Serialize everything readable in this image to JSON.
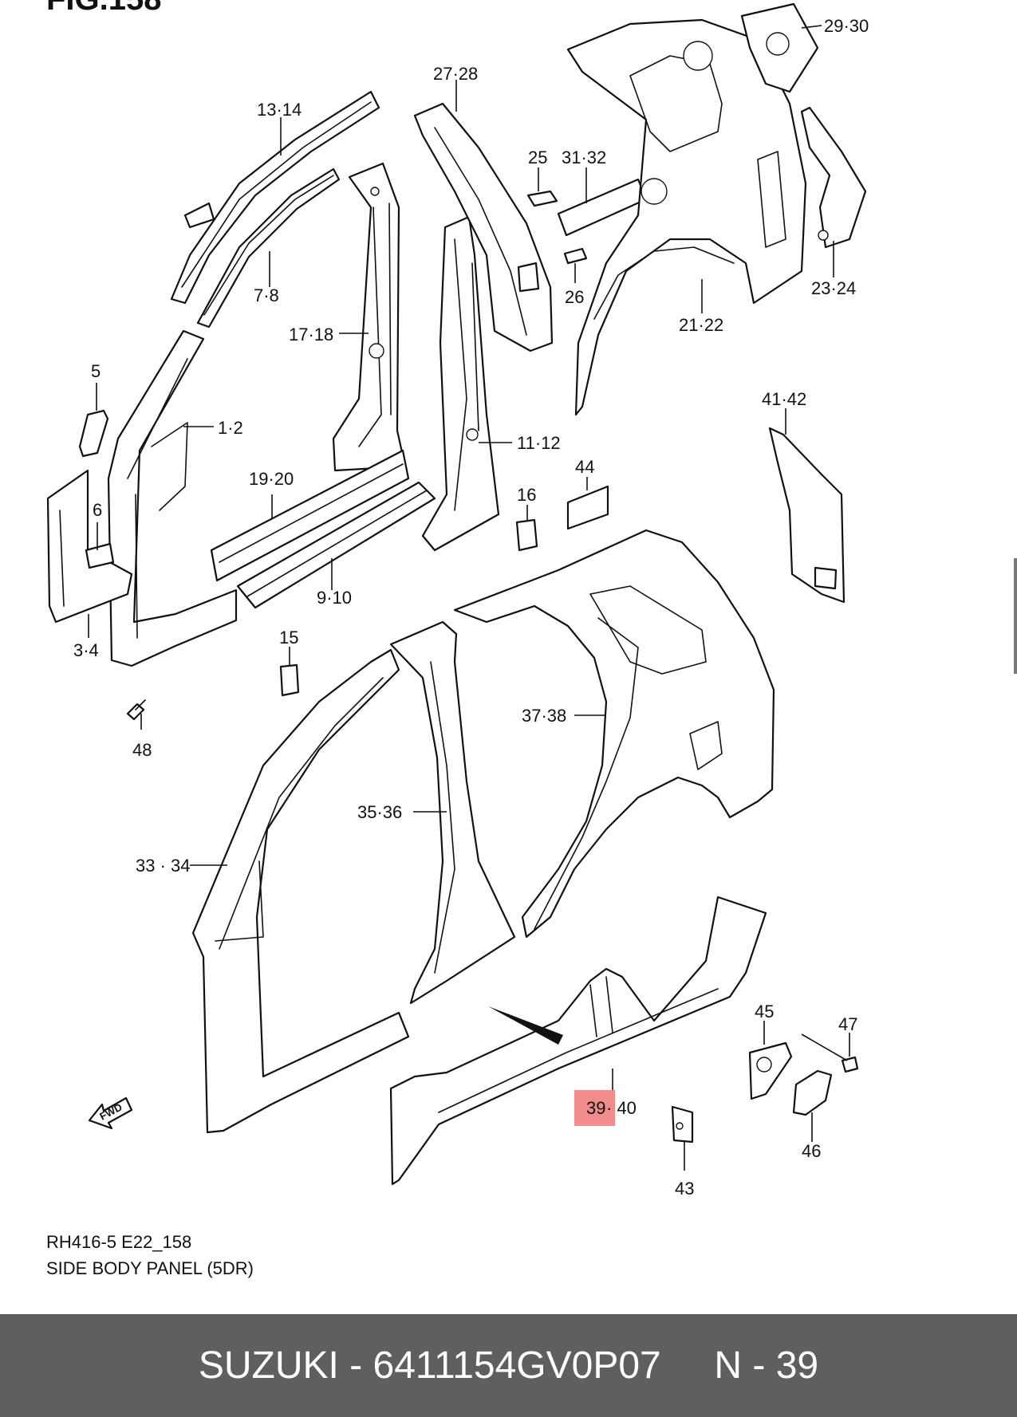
{
  "figure": {
    "title": "FIG.158",
    "code": "RH416-5 E22_158",
    "name": "SIDE BODY PANEL (5DR)"
  },
  "callouts": {
    "c_29_30": "29·30",
    "c_27_28": "27·28",
    "c_13_14": "13·14",
    "c_25": "25",
    "c_31_32": "31·32",
    "c_7_8": "7·8",
    "c_26": "26",
    "c_23_24": "23·24",
    "c_21_22": "21·22",
    "c_17_18": "17·18",
    "c_5": "5",
    "c_1_2": "1·2",
    "c_41_42": "41·42",
    "c_11_12": "11·12",
    "c_19_20": "19·20",
    "c_44": "44",
    "c_16": "16",
    "c_6": "6",
    "c_9_10": "9·10",
    "c_3_4": "3·4",
    "c_15": "15",
    "c_48": "48",
    "c_37_38": "37·38",
    "c_35_36": "35·36",
    "c_33_34": "33 · 34",
    "c_45": "45",
    "c_47": "47",
    "c_39": "39",
    "c_40": "· 40",
    "c_46": "46",
    "c_43": "43",
    "fwd": "FWD"
  },
  "footer": {
    "text": "SUZUKI - 6411154GV0P07     N - 39"
  },
  "highlight_color": "#f28b8b"
}
